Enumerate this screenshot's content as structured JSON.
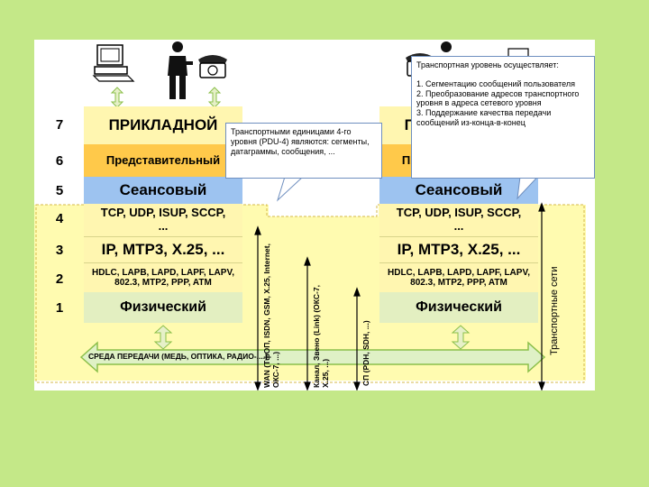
{
  "levels": [
    "7",
    "6",
    "5",
    "4",
    "3",
    "2",
    "1"
  ],
  "stack_left": {
    "l7": "ПРИКЛАДНОЙ",
    "l6": "Представительный",
    "l5": "Сеансовый",
    "l4": "TCP, UDP, ISUP, SCCP, ...",
    "l3": "IP, MTP3, X.25, ...",
    "l2": "HDLC, LAPB, LAPD, LAPF, LAPV, 802.3, MTP2, PPP, ATM",
    "l1": "Физический"
  },
  "stack_right": {
    "l7": "ПРИКЛАДНОЙ",
    "l6": "Представительный",
    "l5": "Сеансовый",
    "l4": "TCP, UDP, ISUP, SCCP, ...",
    "l3": "IP, MTP3, X.25, ...",
    "l2": "HDLC, LAPB, LAPD, LAPF, LAPV, 802.3, MTP2, PPP, ATM",
    "l1": "Физический"
  },
  "callout_transport_units": "Транспортными единицами 4-го уровня (PDU-4) являются: сегменты, датаграммы, сообщения, ...",
  "callout_transport_layer": {
    "title": "Транспортная уровень осуществляет:",
    "items": [
      "1. Сегментацию сообщений пользователя",
      "2. Преобразование адресов транспортного уровня в адреса сетевого уровня",
      "3. Поддержание качества передачи сообщений из-конца-в-конец"
    ]
  },
  "medium_label": "СРЕДА ПЕРЕДАЧИ (МЕДЬ, ОПТИКА, РАДИО-,...)",
  "vertical_labels": {
    "wan": "WAN (ТфОП, ISDN, GSM, X.25, Internet, ОКС-7, ...)",
    "channel": "Канал, Звено (Link) (ОКС-7, X.25, ...)",
    "sp": "СП (PDH, SDH, ...)",
    "transport_networks": "Транспортные сети"
  },
  "colors": {
    "slide_background": "#c4e888",
    "presentation_layer": "#ffc94a",
    "session_layer": "#9dc3f0",
    "physical_layer": "#e3efc1",
    "network_area": "#fffbb0"
  }
}
